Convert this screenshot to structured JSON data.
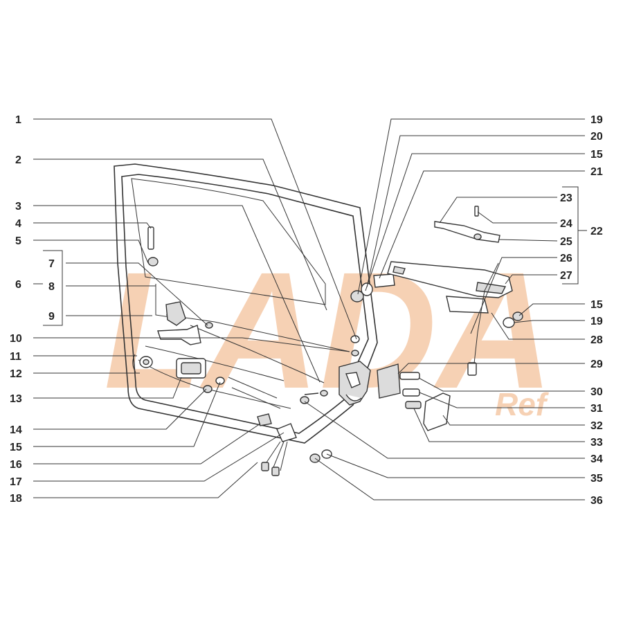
{
  "watermark": {
    "text": "LADA",
    "subtext": "Ref",
    "color": "#f5c9a8"
  },
  "labels_left": [
    {
      "id": "1",
      "text": "1"
    },
    {
      "id": "2",
      "text": "2"
    },
    {
      "id": "3",
      "text": "3"
    },
    {
      "id": "4",
      "text": "4"
    },
    {
      "id": "5",
      "text": "5"
    },
    {
      "id": "6",
      "text": "6"
    },
    {
      "id": "7",
      "text": "7"
    },
    {
      "id": "8",
      "text": "8"
    },
    {
      "id": "9",
      "text": "9"
    },
    {
      "id": "10",
      "text": "10"
    },
    {
      "id": "11",
      "text": "11"
    },
    {
      "id": "12",
      "text": "12"
    },
    {
      "id": "13",
      "text": "13"
    },
    {
      "id": "14",
      "text": "14"
    },
    {
      "id": "15L",
      "text": "15"
    },
    {
      "id": "16",
      "text": "16"
    },
    {
      "id": "17",
      "text": "17"
    },
    {
      "id": "18",
      "text": "18"
    }
  ],
  "labels_right": [
    {
      "id": "19a",
      "text": "19"
    },
    {
      "id": "20",
      "text": "20"
    },
    {
      "id": "15a",
      "text": "15"
    },
    {
      "id": "21",
      "text": "21"
    },
    {
      "id": "23",
      "text": "23"
    },
    {
      "id": "22",
      "text": "22"
    },
    {
      "id": "24",
      "text": "24"
    },
    {
      "id": "25",
      "text": "25"
    },
    {
      "id": "26",
      "text": "26"
    },
    {
      "id": "27",
      "text": "27"
    },
    {
      "id": "15b",
      "text": "15"
    },
    {
      "id": "19b",
      "text": "19"
    },
    {
      "id": "28",
      "text": "28"
    },
    {
      "id": "29",
      "text": "29"
    },
    {
      "id": "30",
      "text": "30"
    },
    {
      "id": "31",
      "text": "31"
    },
    {
      "id": "32",
      "text": "32"
    },
    {
      "id": "33",
      "text": "33"
    },
    {
      "id": "34",
      "text": "34"
    },
    {
      "id": "35",
      "text": "35"
    },
    {
      "id": "36",
      "text": "36"
    }
  ]
}
